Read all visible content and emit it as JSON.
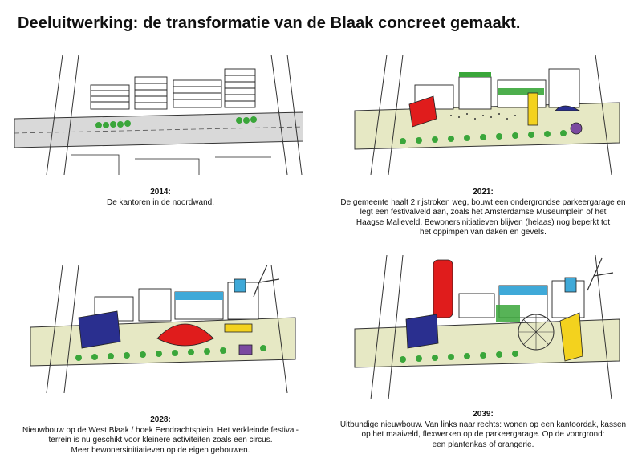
{
  "title": "Deeluitwerking: de transformatie van de Blaak concreet gemaakt.",
  "panels": [
    {
      "year": "2014:",
      "lines": [
        "De kantoren in de noordwand."
      ]
    },
    {
      "year": "2021:",
      "lines": [
        "De gemeente haalt 2 rijstroken weg, bouwt een ondergrondse parkeergarage en",
        "legt een festivalveld aan, zoals het Amsterdamse Museumplein of het",
        "Haagse Malieveld. Bewonersinitiatieven blijven (helaas) nog beperkt tot",
        "het oppimpen van daken en gevels."
      ]
    },
    {
      "year": "2028:",
      "lines": [
        "Nieuwbouw op de West Blaak / hoek Eendrachtsplein. Het verkleinde festival-",
        "terrein is nu geschikt voor kleinere activiteiten zoals een circus.",
        "Meer bewonersinitiatieven op de eigen gebouwen."
      ]
    },
    {
      "year": "2039:",
      "lines": [
        "Uitbundige nieuwbouw. Van links naar rechts: wonen op een kantoordak, kassen",
        "op het maaiveld, flexwerken op de parkeergarage. Op de voorgrond:",
        "een plantenkas of orangerie."
      ]
    }
  ],
  "colors": {
    "green": "#3aa63a",
    "grass": "#e6e8c4",
    "road": "#d4d4d4",
    "red": "#e01c1c",
    "blue": "#2a2f8f",
    "yellow": "#f3d21e",
    "purple": "#7b4aa0",
    "cyan": "#3fa9d8"
  }
}
